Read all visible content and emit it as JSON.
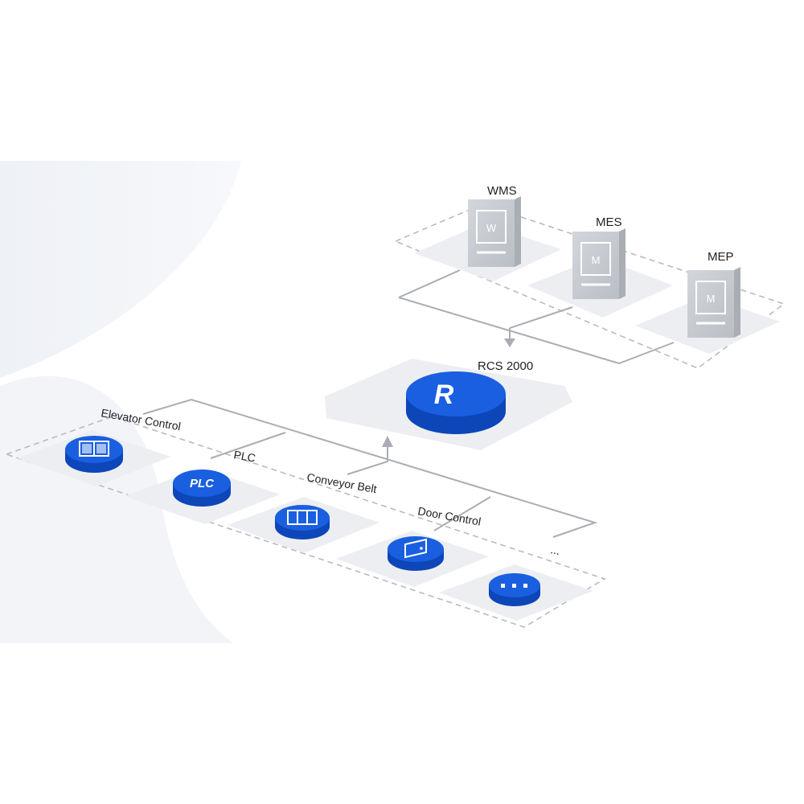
{
  "colors": {
    "accent": "#1a5fe0",
    "accent_dark": "#0d46b8",
    "platform": "#eceef2",
    "server": "#c8cbd1",
    "line": "#aaadb3",
    "dash": "#b8bbc1"
  },
  "systems": [
    {
      "label": "WMS",
      "letter": "W",
      "icon": "server-icon"
    },
    {
      "label": "MES",
      "letter": "M",
      "icon": "server-icon"
    },
    {
      "label": "MEP",
      "letter": "M",
      "icon": "server-icon"
    }
  ],
  "core": {
    "label": "RCS 2000",
    "letter": "R",
    "icon": "rcs-logo-icon"
  },
  "devices": [
    {
      "label": "Elevator Control",
      "icon": "elevator-icon"
    },
    {
      "label": "PLC",
      "icon": "plc-icon",
      "badge": "PLC"
    },
    {
      "label": "Conveyor Belt",
      "icon": "conveyor-icon"
    },
    {
      "label": "Door Control",
      "icon": "door-icon"
    },
    {
      "label": "...",
      "icon": "more-icon"
    }
  ]
}
